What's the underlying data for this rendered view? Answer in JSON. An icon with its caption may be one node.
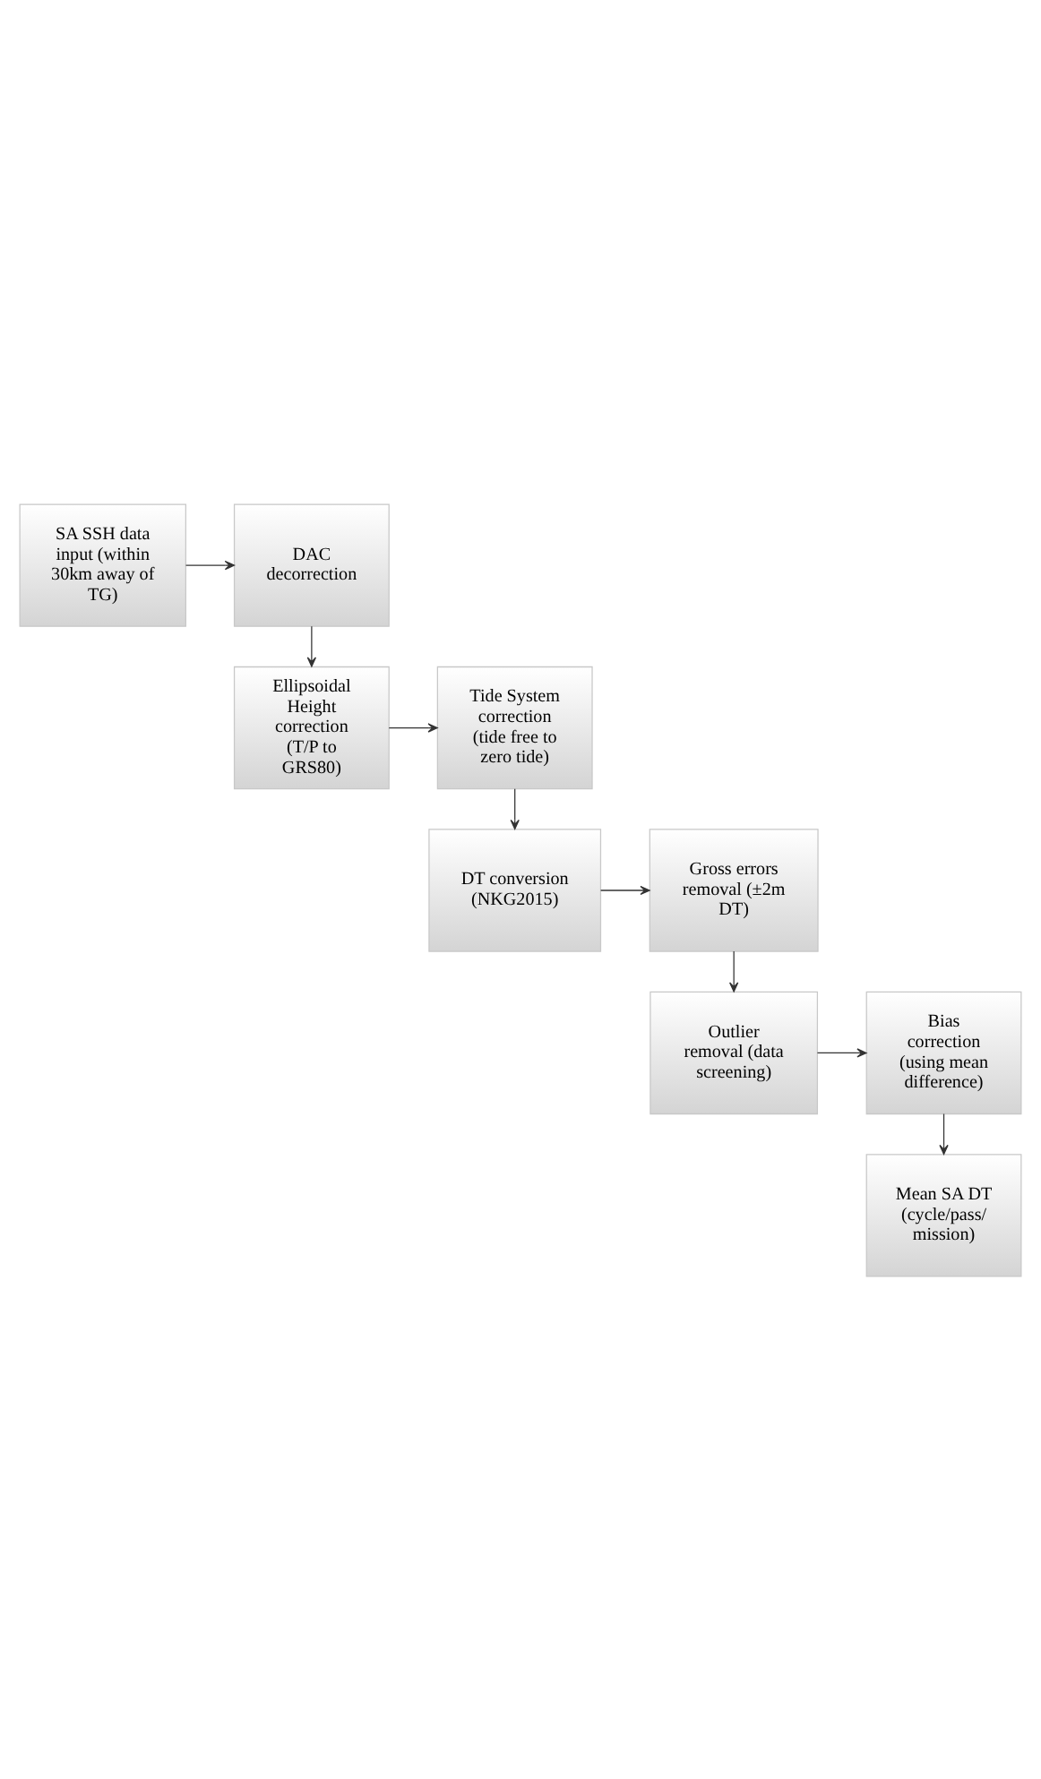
{
  "diagram": {
    "nodes": [
      {
        "text": [
          "SA SSH data input (within 30km away of TG)"
        ]
      },
      {
        "text": [
          "DAC decorrection"
        ]
      },
      {
        "text": [
          "Ellipsoidal Height correction (T/P to GRS80)"
        ]
      },
      {
        "text": [
          "Tide System correction (tide free to zero tide)"
        ]
      },
      {
        "text": [
          "DT conversion (NKG2015)"
        ]
      },
      {
        "text": [
          "Gross errors removal (±2m DT)"
        ]
      },
      {
        "text": [
          "Outlier removal (data screening)"
        ]
      },
      {
        "text": [
          "Bias correction (using mean difference)"
        ]
      },
      {
        "text": [
          "Mean SA DT (cycle/pass/ mission)"
        ]
      }
    ],
    "edges": [
      {
        "from": 0,
        "to": 1,
        "arrow": "to"
      },
      {
        "from": 1,
        "to": 2,
        "arrow": "to"
      },
      {
        "from": 2,
        "to": 3,
        "arrow": "to"
      },
      {
        "from": 3,
        "to": 4,
        "arrow": "to"
      },
      {
        "from": 4,
        "to": 5,
        "arrow": "to"
      },
      {
        "from": 5,
        "to": 6,
        "arrow": "to"
      },
      {
        "from": 6,
        "to": 7,
        "arrow": "to"
      },
      {
        "from": 7,
        "to": 8,
        "arrow": "to"
      }
    ]
  }
}
